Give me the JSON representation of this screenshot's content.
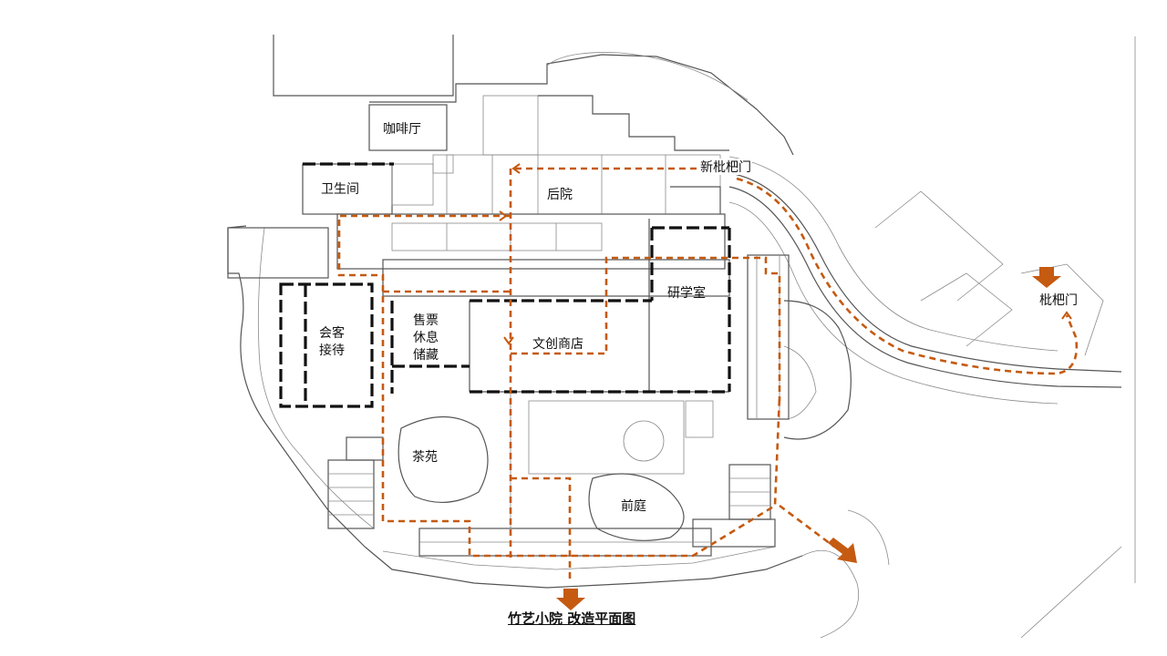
{
  "title": "竹艺小院 改造平面图",
  "colors": {
    "route": "#c55a11",
    "wall": "#111111",
    "line": "#8a8a8a"
  },
  "rooms": {
    "cafe": "咖啡厅",
    "restroom": "卫生间",
    "backyard": "后院",
    "new_gate": "新枇杷门",
    "study_room": "研学室",
    "reception_1": "会客",
    "reception_2": "接待",
    "ticket_1": "售票",
    "ticket_2": "休息",
    "ticket_3": "储藏",
    "shop": "文创商店",
    "tea_garden": "茶苑",
    "front_court": "前庭",
    "old_gate": "枇杷门"
  },
  "icons": {
    "entry_arrow": "arrow-down-icon",
    "exit_arrow_bottom": "arrow-down-icon",
    "exit_arrow_right": "arrow-southeast-icon"
  }
}
